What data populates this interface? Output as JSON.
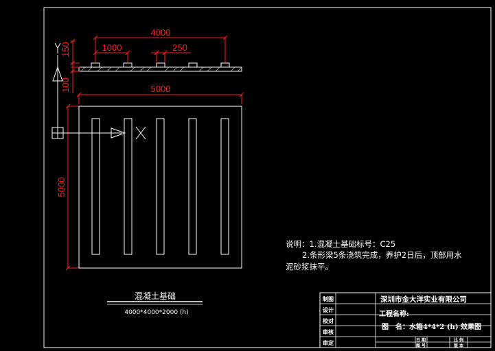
{
  "dimensions": {
    "top_span": "4000",
    "left_offset": "1000",
    "beam_width": "250",
    "overall_width": "5000",
    "overall_height": "5000",
    "section_top": "150",
    "section_base": "100"
  },
  "notes": {
    "line1": "说明：1.混凝土基础标号：C25",
    "line2": "2.条形梁5条浇筑完成，养护2日后，顶部用水",
    "line3": "泥砂浆抹平。"
  },
  "caption": {
    "title": "混凝土基础",
    "size": "4000*4000*2000 (h)"
  },
  "title_block": {
    "labels": [
      "制图",
      "设计",
      "校对",
      "审核",
      "审定"
    ],
    "company": "深圳市金大洋实业有限公司",
    "project_label": "工程名称:",
    "drawing_label": "图　名：",
    "drawing_name": "水箱4*4*2 (h) 效果图",
    "small_cells": [
      "日 期",
      "比 例",
      "图 号",
      "版 本"
    ]
  },
  "colors": {
    "background": "#000000",
    "linework": "#ffffff",
    "dimension": "#ff2020"
  }
}
